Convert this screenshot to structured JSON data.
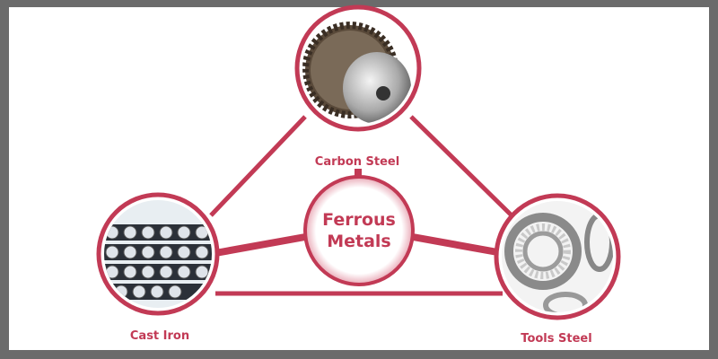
{
  "diagram": {
    "center": {
      "line1": "Ferrous",
      "line2": "Metals"
    },
    "nodes": [
      {
        "label": "Carbon Steel",
        "icon": "gear-image"
      },
      {
        "label": "Cast Iron",
        "icon": "pipes-image"
      },
      {
        "label": "Tools Steel",
        "icon": "bearings-image"
      }
    ],
    "accent_color": "#c23a55"
  }
}
